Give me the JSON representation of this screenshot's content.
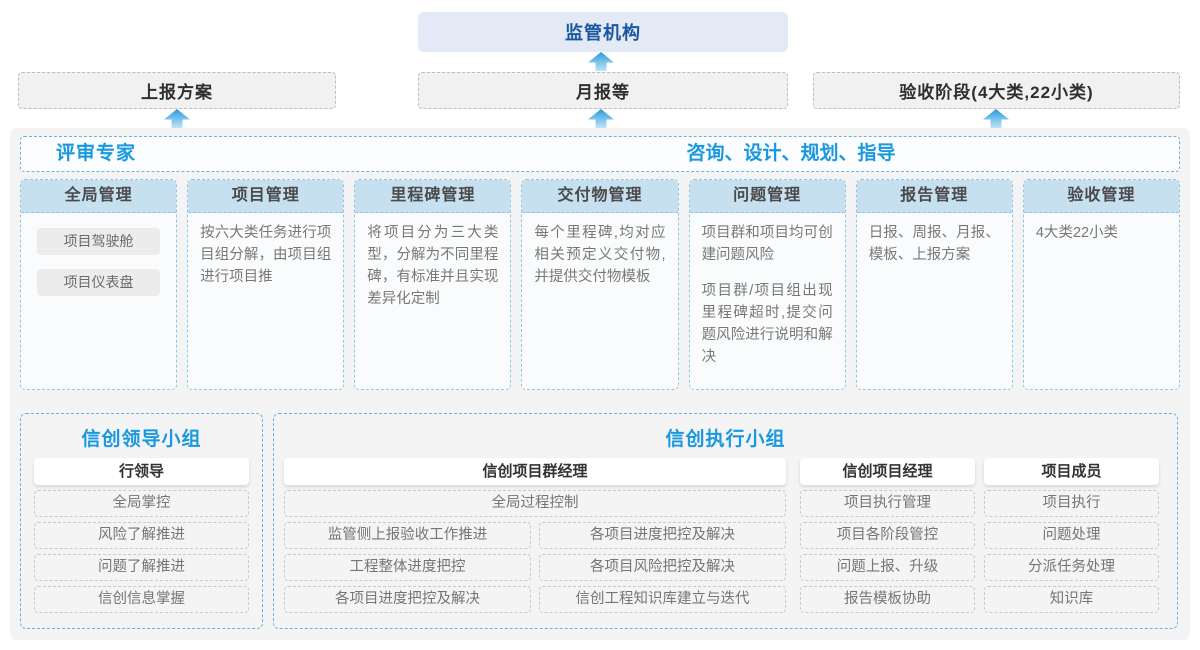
{
  "colors": {
    "accent_blue": "#1898e0",
    "regulator_text_blue": "#1a57a0",
    "regulator_bg": "#e3eaf6",
    "column_header_bg": "#c6e0ef",
    "panel_bg": "#f4f4f5",
    "dashed_blue_border": "#66b3e2",
    "arrow_blue": "#2899dd"
  },
  "top": {
    "regulator": "监管机构",
    "outputs": [
      {
        "label": "上报方案"
      },
      {
        "label": "月报等"
      },
      {
        "label": "验收阶段(4大类,22小类)"
      }
    ]
  },
  "band": {
    "left_title": "评审专家",
    "right_title": "咨询、设计、规划、指导"
  },
  "columns": [
    {
      "title": "全局管理",
      "tags": [
        "项目驾驶舱",
        "项目仪表盘"
      ]
    },
    {
      "title": "项目管理",
      "paragraphs": [
        "按六大类任务进行项目组分解，由项目组进行项目推"
      ]
    },
    {
      "title": "里程碑管理",
      "paragraphs": [
        "将项目分为三大类型，分解为不同里程碑，有标准并且实现差异化定制"
      ]
    },
    {
      "title": "交付物管理",
      "paragraphs": [
        "每个里程碑,均对应相关预定义交付物,并提供交付物模板"
      ]
    },
    {
      "title": "问题管理",
      "paragraphs": [
        "项目群和项目均可创建问题风险",
        "项目群/项目组出现里程碑超时,提交问题风险进行说明和解决"
      ]
    },
    {
      "title": "报告管理",
      "paragraphs": [
        "日报、周报、月报、模板、上报方案"
      ]
    },
    {
      "title": "验收管理",
      "paragraphs": [
        "4大类22小类"
      ]
    }
  ],
  "groups": {
    "leadership": {
      "title": "信创领导小组",
      "role": "行领导",
      "items": [
        "全局掌控",
        "风险了解推进",
        "问题了解推进",
        "信创信息掌握"
      ]
    },
    "execution": {
      "title": "信创执行小组",
      "program_manager": {
        "role": "信创项目群经理",
        "full_width_item": "全局过程控制",
        "left_items": [
          "监管侧上报验收工作推进",
          "工程整体进度把控",
          "各项目进度把控及解决"
        ],
        "right_items": [
          "各项目进度把控及解决",
          "各项目风险把控及解决",
          "信创工程知识库建立与迭代"
        ]
      },
      "project_manager": {
        "role": "信创项目经理",
        "items": [
          "项目执行管理",
          "项目各阶段管控",
          "问题上报、升级",
          "报告模板协助"
        ]
      },
      "member": {
        "role": "项目成员",
        "items": [
          "项目执行",
          "问题处理",
          "分派任务处理",
          "知识库"
        ]
      }
    }
  }
}
